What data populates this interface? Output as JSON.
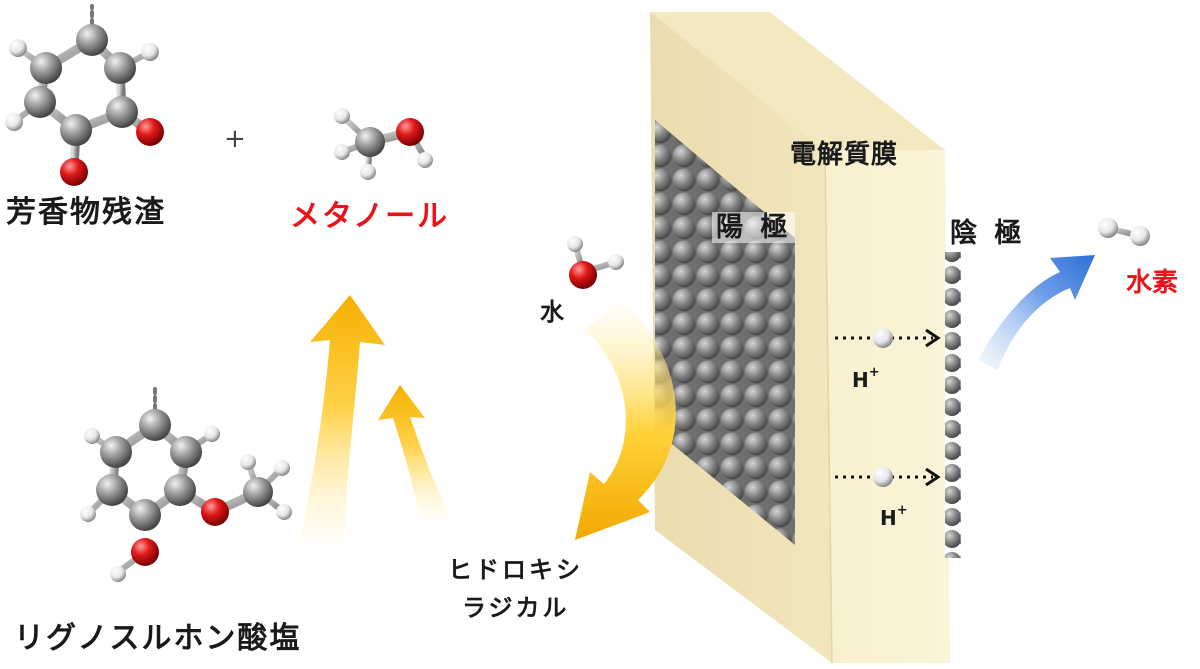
{
  "labels": {
    "aromatic_residue": "芳香物残渣",
    "plus": "+",
    "methanol": "メタノール",
    "lignosulfonate": "リグノスルホン酸塩",
    "water": "水",
    "hydroxyl_radical_line1": "ヒドロキシ",
    "hydroxyl_radical_line2": "ラジカル",
    "electrolyte_membrane": "電解質膜",
    "anode": "陽 極",
    "cathode": "陰 極",
    "proton_letter": "H",
    "proton_charge": "+",
    "hydrogen": "水素"
  },
  "colors": {
    "highlight_text": "#e8141a",
    "membrane": "#f7ecc4",
    "carbon_atom": "#8c8c8c",
    "oxygen_atom": "#e01818",
    "hydrogen_atom": "#f2f2f2",
    "reaction_arrow": "#f5b800",
    "hydrogen_arrow": "#3d7fe0"
  }
}
